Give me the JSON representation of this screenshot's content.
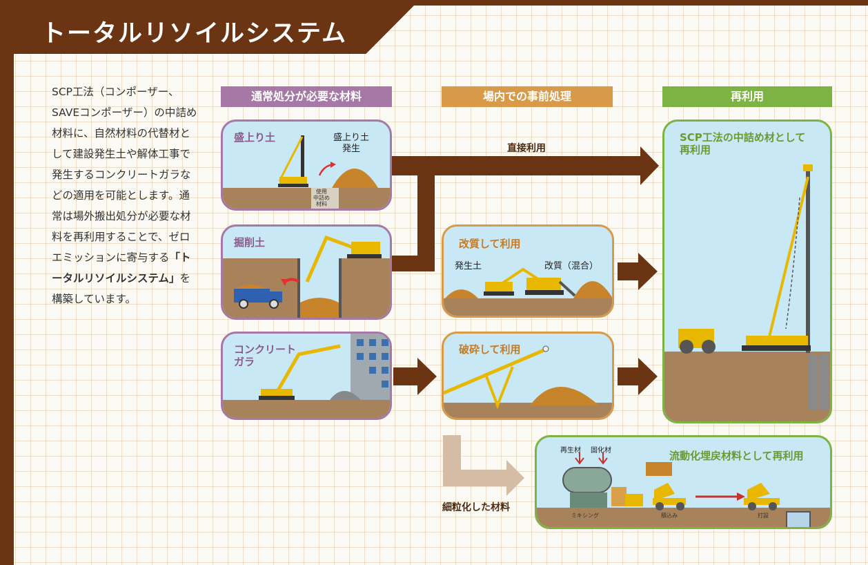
{
  "page_title": "トータルリソイルシステム",
  "intro": {
    "text1": "SCP工法（コンポーザー、SAVEコンポーザー）の中詰め材料に、自然材料の代替材として建設発生土や解体工事で発生するコンクリートガラなどの適用を可能とします。通常は場外搬出処分が必要な材料を再利用することで、ゼロエミッションに寄与する",
    "highlight": "「トータルリソイルシステム」",
    "text2": "を構築しています。"
  },
  "headers": {
    "materials": "通常処分が必要な材料",
    "preprocess": "場内での事前処理",
    "reuse": "再利用"
  },
  "cards": {
    "morido": {
      "label": "盛上り土",
      "sub": "盛上り土\n発生",
      "fill": "使用\n中詰め\n材料"
    },
    "kussaku": {
      "label": "掘削土"
    },
    "concrete": {
      "label": "コンクリート\nガラ"
    },
    "kaishitsu": {
      "label": "改質して利用",
      "left": "発生土",
      "right": "改質（混合）"
    },
    "hasai": {
      "label": "破砕して利用"
    },
    "scp": {
      "label": "SCP工法の中詰め材として\n再利用"
    },
    "ryudo": {
      "label": "流動化埋戻材料として再利用",
      "saisei": "再生材",
      "koka": "固化材",
      "step1": "ミキシング",
      "step2": "積込み",
      "step3": "打設"
    }
  },
  "arrows": {
    "direct": "直接利用",
    "fine": "細粒化した材料"
  },
  "colors": {
    "brown": "#6b3513",
    "purple": "#a678a6",
    "orange": "#d89a48",
    "green": "#7cb342",
    "sky": "#c8e8f5",
    "soil": "#a8825a"
  }
}
